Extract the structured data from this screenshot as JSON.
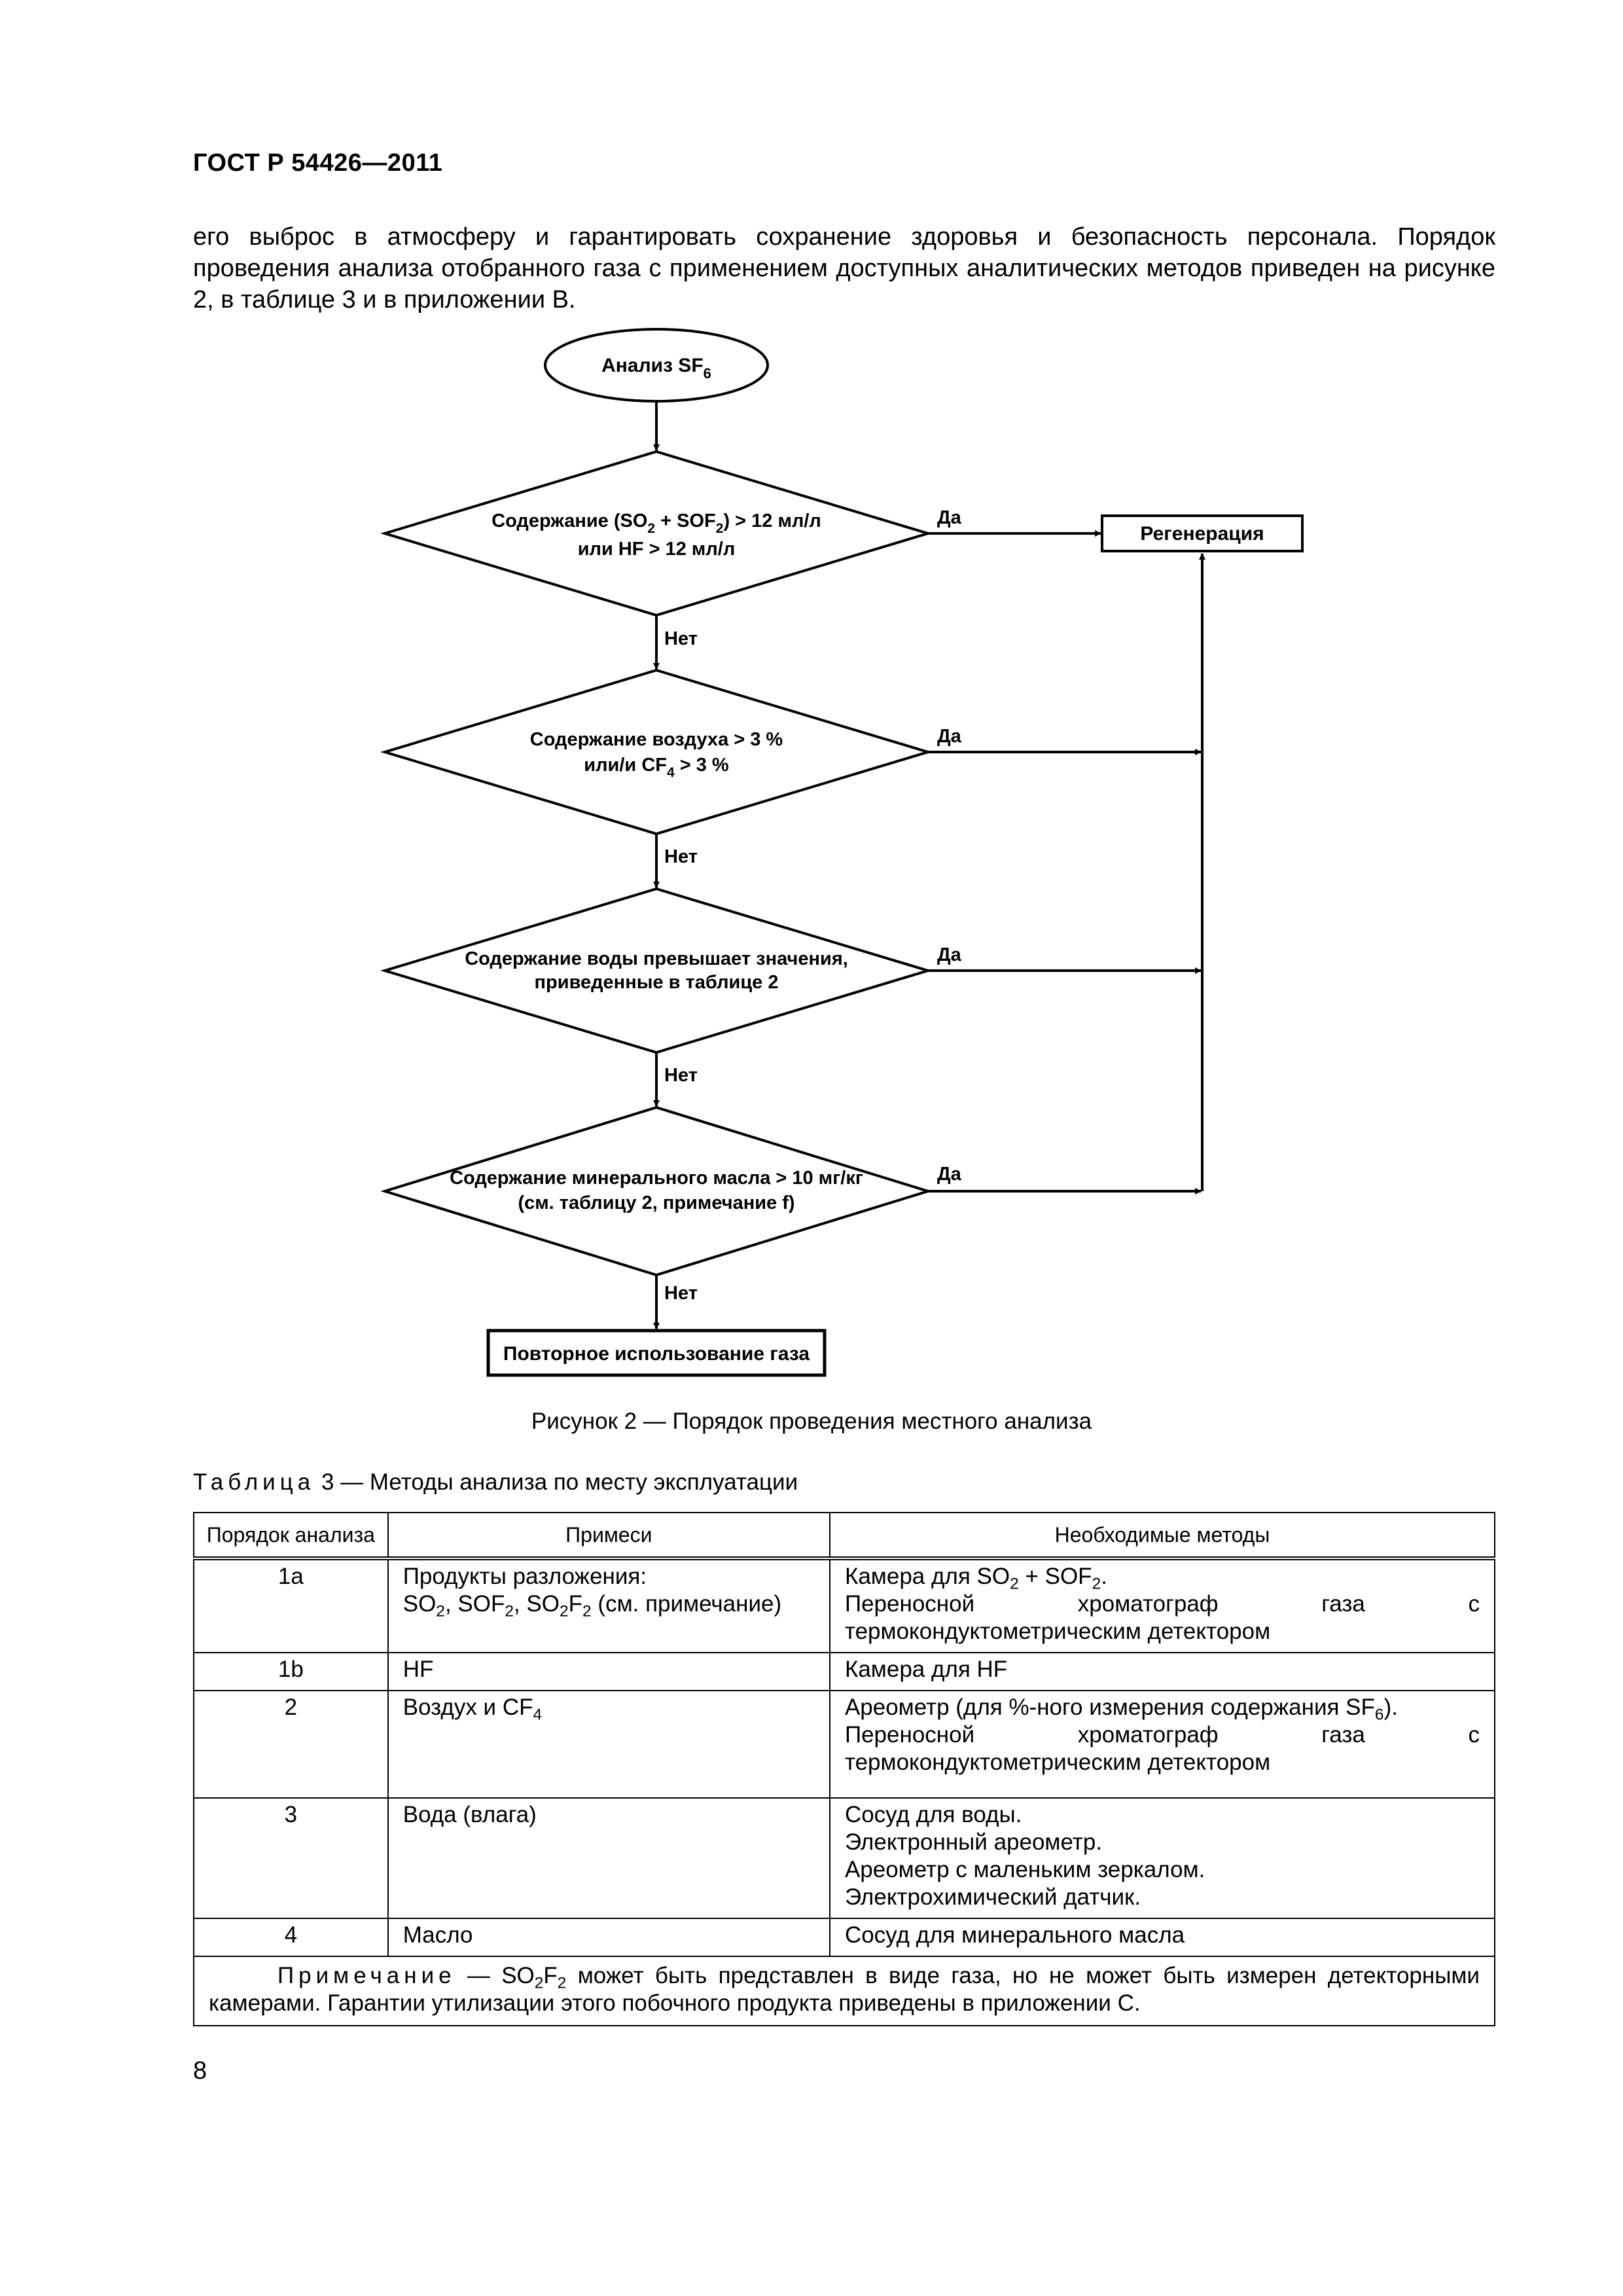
{
  "header": {
    "code": "ГОСТ Р 54426—2011"
  },
  "intro": {
    "text": "его выброс в атмосферу и гарантировать сохранение здоровья и безопасность персонала. Порядок проведения анализа отобранного газа с применением доступных аналитических методов приведен на рисунке 2, в таблице 3 и в приложении B."
  },
  "flowchart": {
    "start": {
      "text": "Анализ SF",
      "sub": "6"
    },
    "decision1": {
      "l1_a": "Содержание (SO",
      "l1_b": "2",
      "l1_c": " + SOF",
      "l1_d": "2",
      "l1_e": ") > 12 мл/л",
      "l2": "или HF > 12 мл/л"
    },
    "decision2": {
      "l1": "Содержание воздуха > 3 %",
      "l2_a": "или/и CF",
      "l2_b": "4",
      "l2_c": " > 3 %"
    },
    "decision3": {
      "l1": "Содержание воды превышает значения,",
      "l2": "приведенные в таблице 2"
    },
    "decision4": {
      "l1": "Содержание минерального масла > 10 мг/кг",
      "l2": "(см. таблицу 2, примечание f)"
    },
    "yes_label": "Да",
    "no_label": "Нет",
    "regeneration": "Регенерация",
    "reuse": "Повторное использование газа"
  },
  "figure_caption": "Рисунок 2 — Порядок проведения местного анализа",
  "table": {
    "title_word": "Таблица",
    "title_rest": " 3 — Методы анализа по месту эксплуатации",
    "headers": [
      "Порядок анализа",
      "Примеси",
      "Необходимые методы"
    ],
    "rows": [
      {
        "num": "1a",
        "imp_l1": "Продукты разложения:",
        "imp_l2_a": "SO",
        "imp_l2_b": "2",
        "imp_l2_c": ", SOF",
        "imp_l2_d": "2",
        "imp_l2_e": ", SO",
        "imp_l2_f": "2",
        "imp_l2_g": "F",
        "imp_l2_h": "2",
        "imp_l2_i": " (см. примечание)",
        "m1_a": "Камера для SO",
        "m1_b": "2",
        "m1_c": " + SOF",
        "m1_d": "2",
        "m1_e": ".",
        "m2": "Переносной хроматограф газа с термокондуктометрическим детектором"
      },
      {
        "num": "1b",
        "imp": "HF",
        "m1": "Камера для HF"
      },
      {
        "num": "2",
        "imp_a": "Воздух и CF",
        "imp_b": "4",
        "m1_a": "Ареометр (для %-ного измерения содержания SF",
        "m1_b": "6",
        "m1_c": ").",
        "m2": "Переносной хроматограф газа с термокондуктометрическим детектором"
      },
      {
        "num": "3",
        "imp": "Вода (влага)",
        "m1": "Сосуд для воды.",
        "m2": "Электронный ареометр.",
        "m3": "Ареометр с маленьким зеркалом.",
        "m4": "Электрохимический датчик."
      },
      {
        "num": "4",
        "imp": "Масло",
        "m1": "Сосуд для минерального масла"
      }
    ],
    "note": {
      "label": "Примечание",
      "a": " — SO",
      "b": "2",
      "c": "F",
      "d": "2",
      "e": " может быть представлен в виде газа, но не может быть измерен детекторными камерами. Гарантии утилизации этого побочного продукта приведены в приложении C."
    }
  },
  "page_number": "8"
}
